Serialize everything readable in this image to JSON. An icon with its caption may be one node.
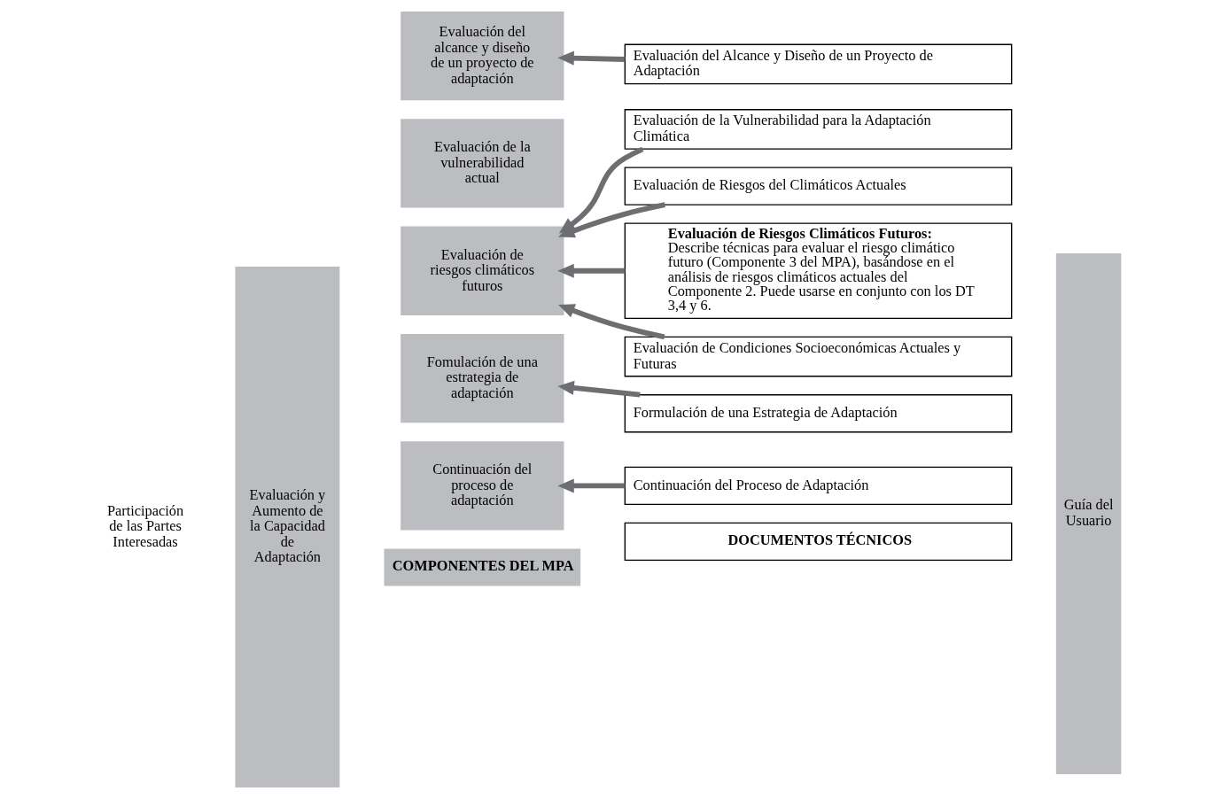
{
  "diagram": {
    "nodes": [
      {
        "text": [
          "Evaluación y Aumento de la Capacidad de Adaptación"
        ],
        "beside": [
          "Participación de las Partes Interesadas"
        ]
      },
      {
        "text": [
          "COMPONENTES DEL MPA"
        ]
      },
      {
        "text": [
          "DOCUMENTOS TÉCNICOS"
        ]
      },
      {
        "text": [
          "Guía del Usuario"
        ]
      },
      {
        "text": [
          "Continuación del proceso de adaptación"
        ]
      },
      {
        "text": [
          "Fomulación de una estrategia de adaptación"
        ]
      },
      {
        "text": [
          "Evaluación de riesgos climáticos futuros"
        ]
      },
      {
        "text": [
          "Evaluación de la vulnerabilidad actual"
        ]
      },
      {
        "text": [
          "Evaluación del alcance y diseño de un proyecto de adaptación"
        ]
      },
      {
        "text": [
          "Continuación del Proceso de Adaptación"
        ]
      },
      {
        "text": [
          "Formulación de una Estrategia de Adaptación"
        ]
      },
      {
        "text": [
          "Evaluación de Condiciones Socioeconómicas Actuales y Futuras"
        ]
      },
      {
        "text": [
          "Evaluación de Riesgos Climáticos Futuros:",
          "Describe técnicas para evaluar el riesgo climático futuro (Componente 3 del MPA), basándose en el análisis de riesgos climáticos actuales del Componente 2. Puede usarse en conjunto con los DT 3,4 y 6."
        ]
      },
      {
        "text": [
          "Evaluación de Riesgos del Climáticos Actuales"
        ]
      },
      {
        "text": [
          "Evaluación de la Vulnerabilidad para la Adaptación Climática"
        ]
      },
      {
        "text": [
          "Evaluación del Alcance y Diseño de un Proyecto de Adaptación"
        ]
      }
    ],
    "edges": [
      {
        "from": 9,
        "to": 4,
        "arrow": "to"
      },
      {
        "from": 10,
        "to": 5,
        "arrow": "to"
      },
      {
        "from": 11,
        "to": 6,
        "arrow": "to"
      },
      {
        "from": 12,
        "to": 6,
        "arrow": "to"
      },
      {
        "from": 13,
        "to": 6,
        "arrow": "to"
      },
      {
        "from": 14,
        "to": 6,
        "arrow": "to"
      },
      {
        "from": 15,
        "to": 8,
        "arrow": "to"
      }
    ]
  }
}
